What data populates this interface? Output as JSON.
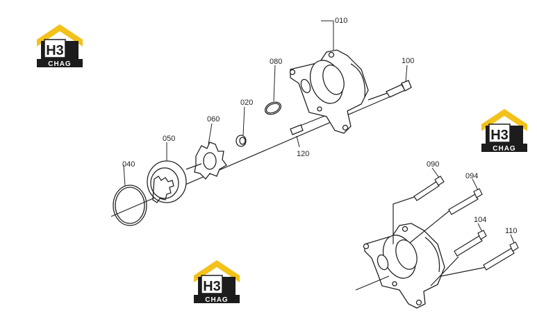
{
  "logo": {
    "mark": "H3",
    "brand": "CHAG",
    "colors": {
      "roof": "#f2c21b",
      "dark": "#1c1c1c",
      "plate": "#ffffff"
    }
  },
  "callouts": {
    "c010": "010",
    "c020": "020",
    "c040": "040",
    "c050": "050",
    "c060": "060",
    "c080": "080",
    "c090": "090",
    "c094": "094",
    "c100": "100",
    "c104": "104",
    "c110": "110",
    "c120": "120"
  }
}
